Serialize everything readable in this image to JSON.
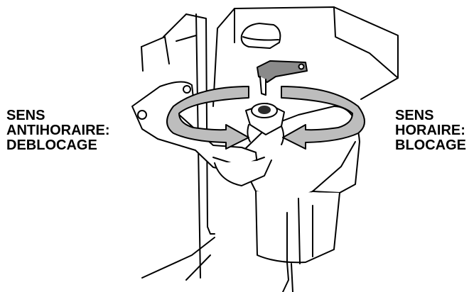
{
  "labels": {
    "counterclockwise": {
      "line1": "SENS",
      "line2": "ANTIHORAIRE:",
      "line3": "DEBLOCAGE"
    },
    "clockwise": {
      "line1": "SENS",
      "line2": "HORAIRE:",
      "line3": "BLOCAGE"
    }
  },
  "colors": {
    "line": "#000000",
    "arrow_fill": "#bdbdbd",
    "handle_fill": "#8a8a8a",
    "cap_fill": "#2b2b2b",
    "background": "#ffffff"
  }
}
